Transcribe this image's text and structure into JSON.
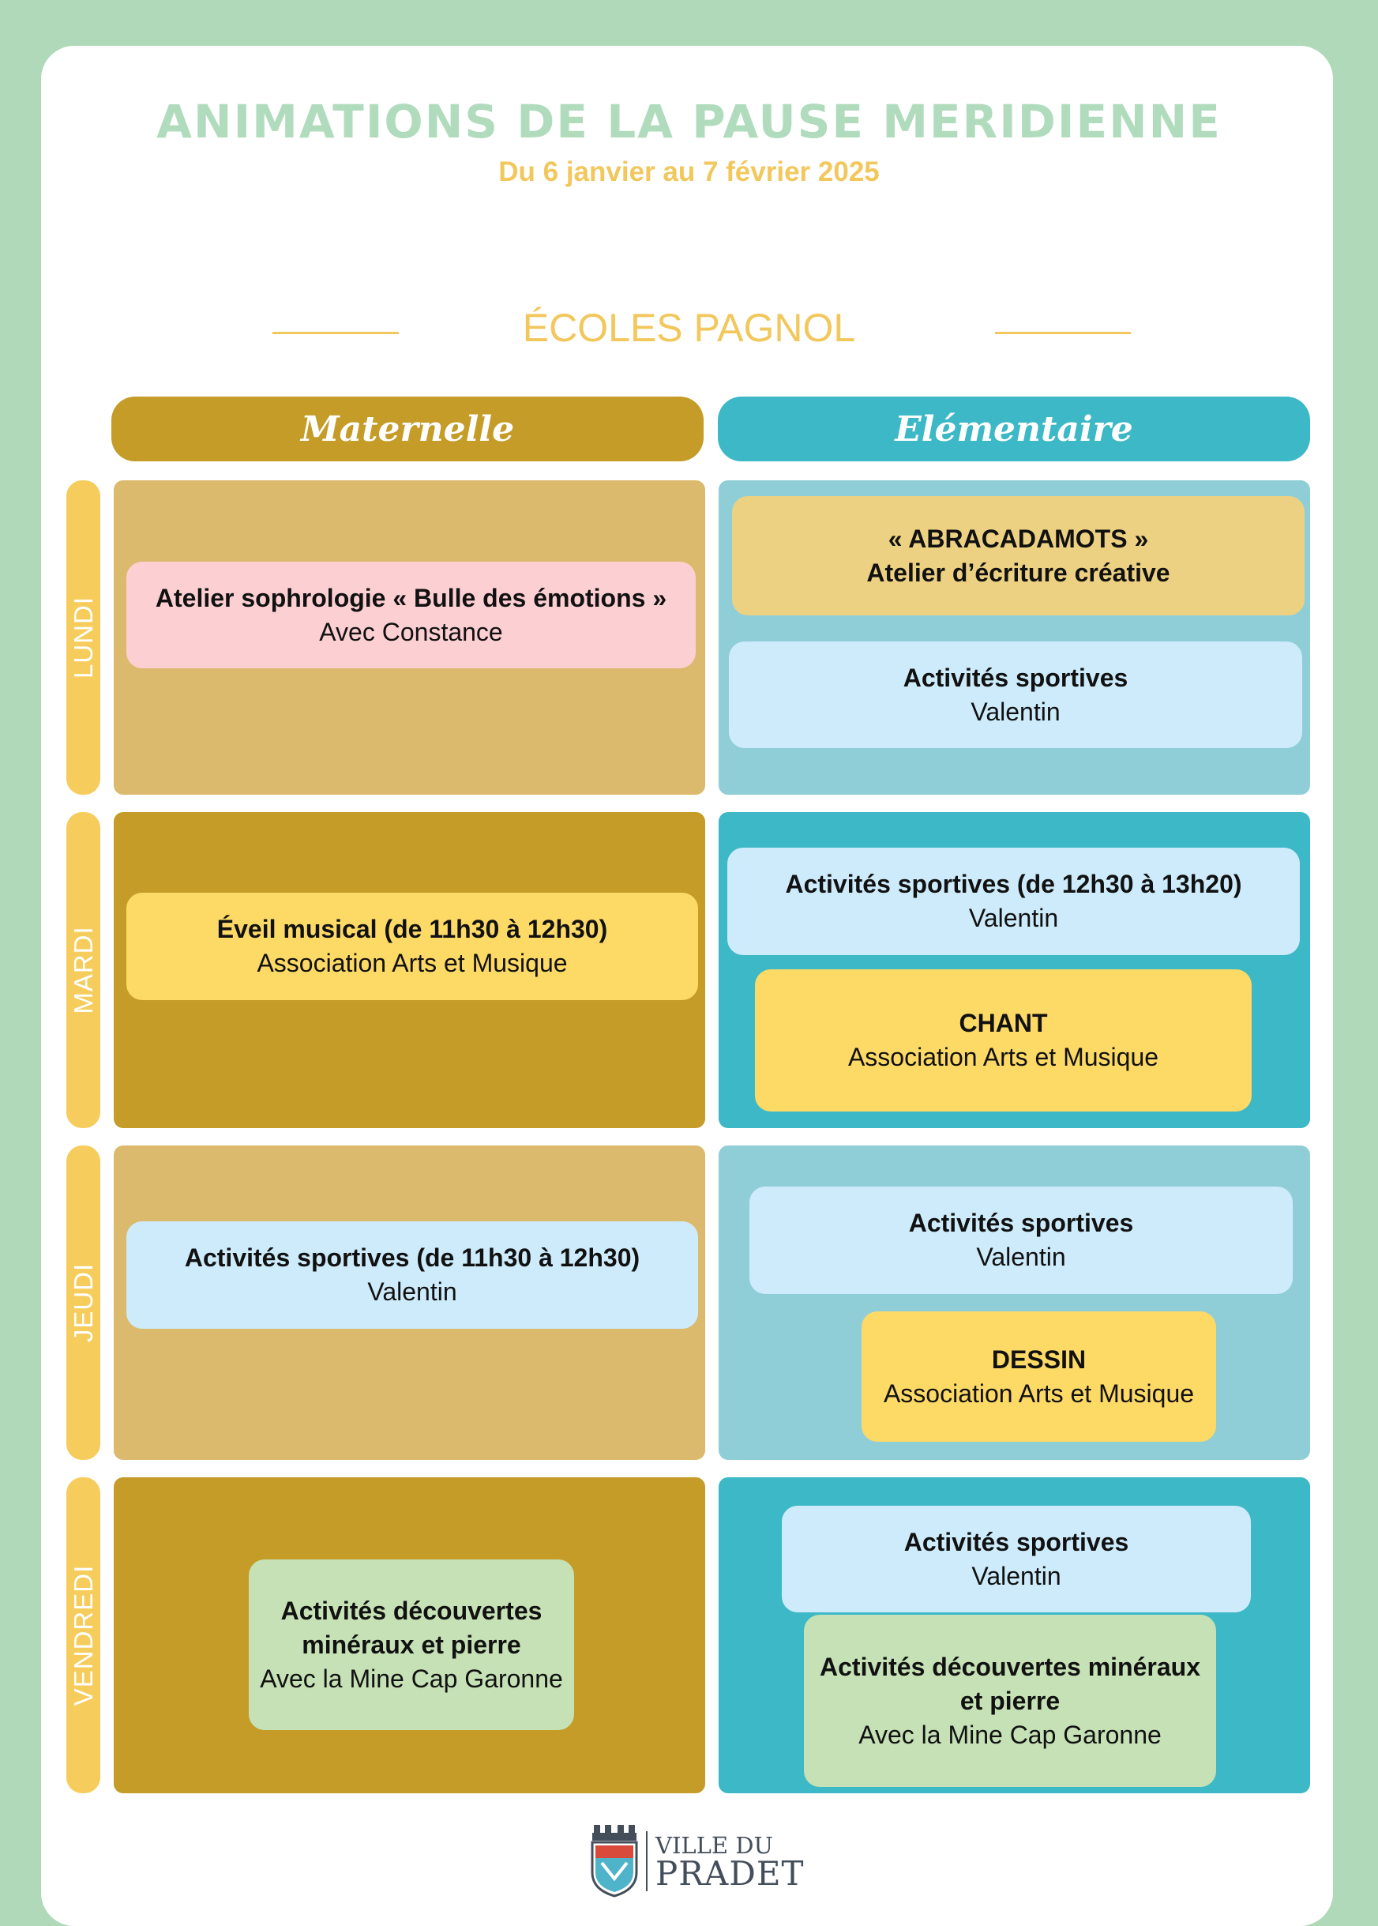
{
  "header": {
    "title": "ANIMATIONS DE LA PAUSE MERIDIENNE",
    "dates": "Du 6 janvier au 7 février 2025",
    "school": "ÉCOLES PAGNOL"
  },
  "columns": {
    "maternelle": "Maternelle",
    "elementaire": "Elémentaire"
  },
  "colors": {
    "page_background": "#afd9b8",
    "maternelle": "#c59c28",
    "maternelle_light": "#dbb96d",
    "elementaire": "#3cb8c6",
    "elementaire_light": "#8fced7",
    "day_label": "#f6cd5c"
  },
  "days": {
    "lundi": {
      "label": "LUNDI",
      "maternelle": [
        {
          "title": "Atelier sophrologie « Bulle des émotions »",
          "subtitle": "Avec Constance"
        }
      ],
      "elementaire": [
        {
          "title": "« ABRACADAMOTS »",
          "subtitle": "Atelier d’écriture créative"
        },
        {
          "title": "Activités sportives",
          "subtitle": "Valentin"
        }
      ]
    },
    "mardi": {
      "label": "MARDI",
      "maternelle": [
        {
          "title": "Éveil musical (de 11h30 à 12h30)",
          "subtitle": "Association Arts et Musique"
        }
      ],
      "elementaire": [
        {
          "title": "Activités sportives (de 12h30 à 13h20)",
          "subtitle": "Valentin"
        },
        {
          "title": "CHANT",
          "subtitle": "Association Arts et Musique"
        }
      ]
    },
    "jeudi": {
      "label": "JEUDI",
      "maternelle": [
        {
          "title": "Activités sportives (de 11h30 à 12h30)",
          "subtitle": "Valentin"
        }
      ],
      "elementaire": [
        {
          "title": "Activités sportives",
          "subtitle": "Valentin"
        },
        {
          "title": "DESSIN",
          "subtitle": "Association Arts et Musique"
        }
      ]
    },
    "vendredi": {
      "label": "VENDREDI",
      "maternelle": [
        {
          "title_line1": "Activités découvertes",
          "title_line2": "minéraux et pierre",
          "subtitle": "Avec la Mine Cap Garonne"
        }
      ],
      "elementaire": [
        {
          "title": "Activités sportives",
          "subtitle": "Valentin"
        },
        {
          "title_line1": "Activités découvertes minéraux",
          "title_line2": "et pierre",
          "subtitle": "Avec la Mine Cap Garonne"
        }
      ]
    }
  },
  "footer": {
    "logo_line1": "VILLE DU",
    "logo_line2": "PRADET",
    "logo_icon": "city-crest-icon"
  }
}
